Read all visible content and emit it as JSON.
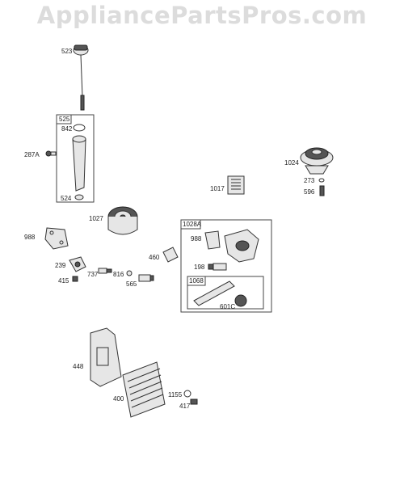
{
  "watermark": "AppliancePartsPros.com",
  "labels": {
    "p523": "523",
    "p525": "525",
    "p842": "842",
    "p287A": "287A",
    "p524": "524",
    "p1024": "1024",
    "p273": "273",
    "p596": "596",
    "p1017": "1017",
    "p1027": "1027",
    "p1028A": "1028A",
    "p988a": "988",
    "p988b": "988",
    "p460": "460",
    "p198": "198",
    "p1068": "1068",
    "p601C": "601C",
    "p239": "239",
    "p737": "737",
    "p816": "816",
    "p415": "415",
    "p565": "565",
    "p448": "448",
    "p400": "400",
    "p1155": "1155",
    "p417": "417"
  }
}
